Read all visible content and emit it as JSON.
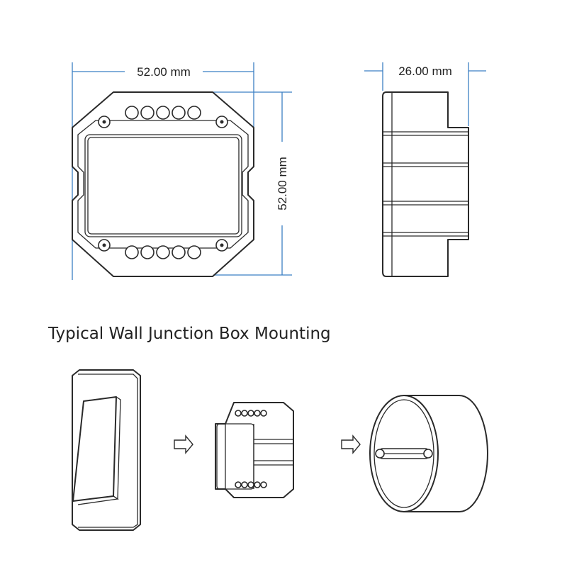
{
  "dimensions": {
    "front_width": "52.00 mm",
    "front_height": "52.00 mm",
    "side_depth": "26.00 mm"
  },
  "mounting": {
    "title": "Typical Wall Junction Box Mounting"
  },
  "colors": {
    "dimension_line": "#3b7fc4",
    "outline": "#2a2a2a",
    "background": "#ffffff"
  }
}
